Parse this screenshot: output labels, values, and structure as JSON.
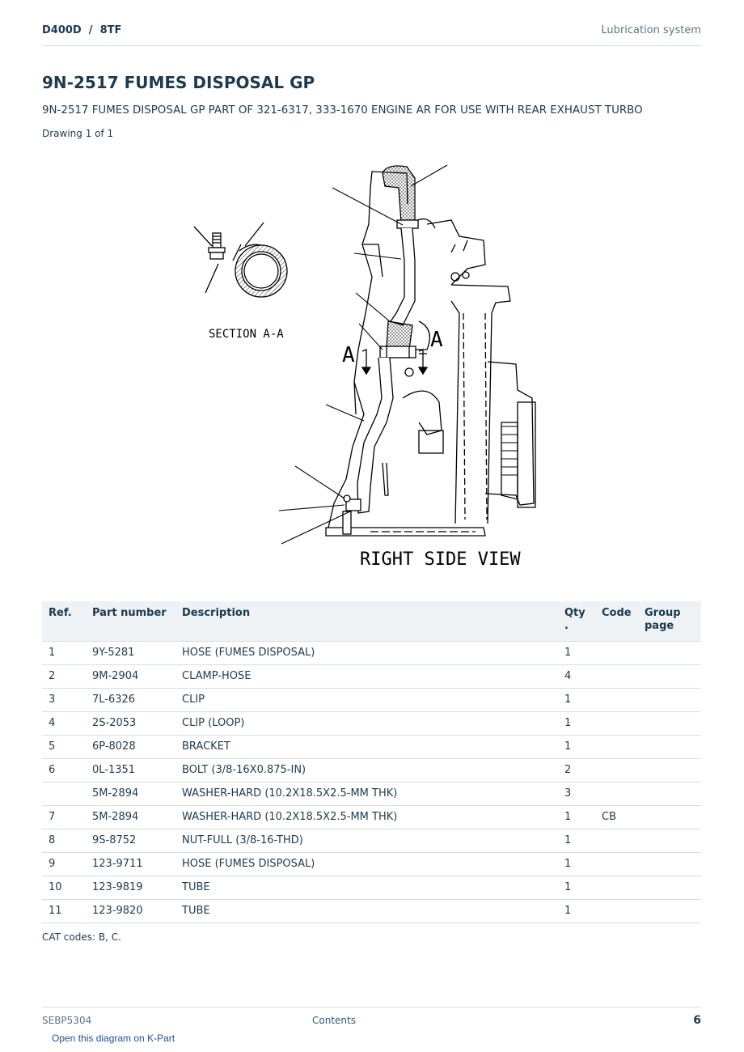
{
  "header": {
    "model": "D400D  /  8TF",
    "section": "Lubrication system"
  },
  "title": "9N-2517 FUMES DISPOSAL GP",
  "subtitle": "9N-2517 FUMES DISPOSAL GP PART OF 321-6317, 333-1670 ENGINE AR FOR USE WITH REAR EXHAUST TURBO",
  "drawing_count": "Drawing 1 of 1",
  "diagram": {
    "section_label": "SECTION A-A",
    "view_label": "RIGHT SIDE VIEW",
    "marker": "A"
  },
  "table": {
    "headers": {
      "ref": "Ref.",
      "part_number": "Part number",
      "description": "Description",
      "qty": "Qty\n.",
      "code": "Code",
      "group_page": "Group\npage"
    },
    "rows": [
      {
        "ref": "1",
        "part_number": "9Y-5281",
        "description": "HOSE (FUMES DISPOSAL)",
        "qty": "1",
        "code": "",
        "group_page": ""
      },
      {
        "ref": "2",
        "part_number": "9M-2904",
        "description": "CLAMP-HOSE",
        "qty": "4",
        "code": "",
        "group_page": ""
      },
      {
        "ref": "3",
        "part_number": "7L-6326",
        "description": "CLIP",
        "qty": "1",
        "code": "",
        "group_page": ""
      },
      {
        "ref": "4",
        "part_number": "2S-2053",
        "description": "CLIP (LOOP)",
        "qty": "1",
        "code": "",
        "group_page": ""
      },
      {
        "ref": "5",
        "part_number": "6P-8028",
        "description": "BRACKET",
        "qty": "1",
        "code": "",
        "group_page": ""
      },
      {
        "ref": "6",
        "part_number": "0L-1351",
        "description": "BOLT (3/8-16X0.875-IN)",
        "qty": "2",
        "code": "",
        "group_page": ""
      },
      {
        "ref": "",
        "part_number": "5M-2894",
        "description": "WASHER-HARD (10.2X18.5X2.5-MM THK)",
        "qty": "3",
        "code": "",
        "group_page": ""
      },
      {
        "ref": "7",
        "part_number": "5M-2894",
        "description": "WASHER-HARD (10.2X18.5X2.5-MM THK)",
        "qty": "1",
        "code": "CB",
        "group_page": ""
      },
      {
        "ref": "8",
        "part_number": "9S-8752",
        "description": "NUT-FULL (3/8-16-THD)",
        "qty": "1",
        "code": "",
        "group_page": ""
      },
      {
        "ref": "9",
        "part_number": "123-9711",
        "description": "HOSE (FUMES DISPOSAL)",
        "qty": "1",
        "code": "",
        "group_page": ""
      },
      {
        "ref": "10",
        "part_number": "123-9819",
        "description": "TUBE",
        "qty": "1",
        "code": "",
        "group_page": ""
      },
      {
        "ref": "11",
        "part_number": "123-9820",
        "description": "TUBE",
        "qty": "1",
        "code": "",
        "group_page": ""
      }
    ]
  },
  "cat_codes": "CAT codes: B, C.",
  "footer": {
    "doc_id": "SEBP5304",
    "contents_link": "Contents",
    "page_number": "6"
  },
  "kpart_link": "Open this diagram on K-Part"
}
